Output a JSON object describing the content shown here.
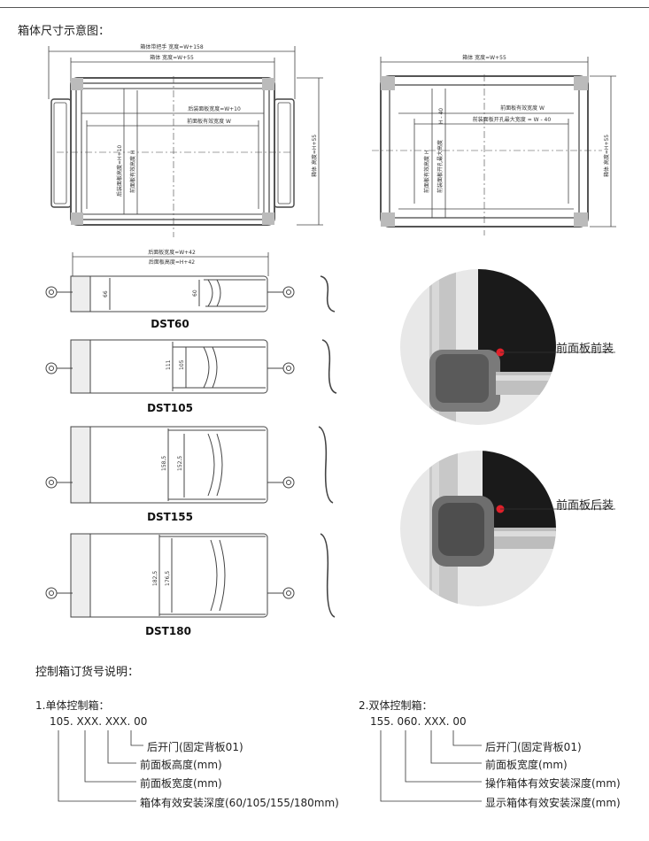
{
  "section1_title": "箱体尺寸示意图：",
  "front_view_left": {
    "dims": [
      "箱体带把手 宽度=W+158",
      "箱体 宽度=W+55",
      "后装面板宽度=W+10",
      "前面板有效宽度 W",
      "后装面板高度=H+10",
      "前面板有效高度 H",
      "箱体 高度=H+55"
    ]
  },
  "front_view_right": {
    "dims": [
      "箱体 宽度=W+55",
      "前面板有效宽度 W",
      "前装面板开孔最大宽度 = W - 40",
      "H - 40",
      "前面板有效高度 H",
      "前装面板开孔最大高度",
      "箱体 高度=H+55"
    ]
  },
  "profile_dims": [
    "后面板宽度=W+42",
    "后面板高度=H+42"
  ],
  "profiles": [
    {
      "name": "DST60",
      "outer": "66",
      "inner": "60"
    },
    {
      "name": "DST105",
      "outer": "111",
      "inner": "105"
    },
    {
      "name": "DST155",
      "outer": "158,5",
      "inner": "152,5"
    },
    {
      "name": "DST180",
      "outer": "182,5",
      "inner": "176,5"
    }
  ],
  "mount_labels": [
    "前面板前装",
    "前面板后装"
  ],
  "section2_title": "控制箱订货号说明：",
  "single": {
    "title": "1.单体控制箱：",
    "code": "105. XXX. XXX. 00",
    "items": [
      "后开门(固定背板01)",
      "前面板高度(mm)",
      "前面板宽度(mm)",
      "箱体有效安装深度(60/105/155/180mm)"
    ]
  },
  "double": {
    "title": "2.双体控制箱：",
    "code": "155. 060. XXX. 00",
    "items": [
      "后开门(固定背板01)",
      "前面板宽度(mm)",
      "操作箱体有效安装深度(mm)",
      "显示箱体有效安装深度(mm)"
    ]
  }
}
